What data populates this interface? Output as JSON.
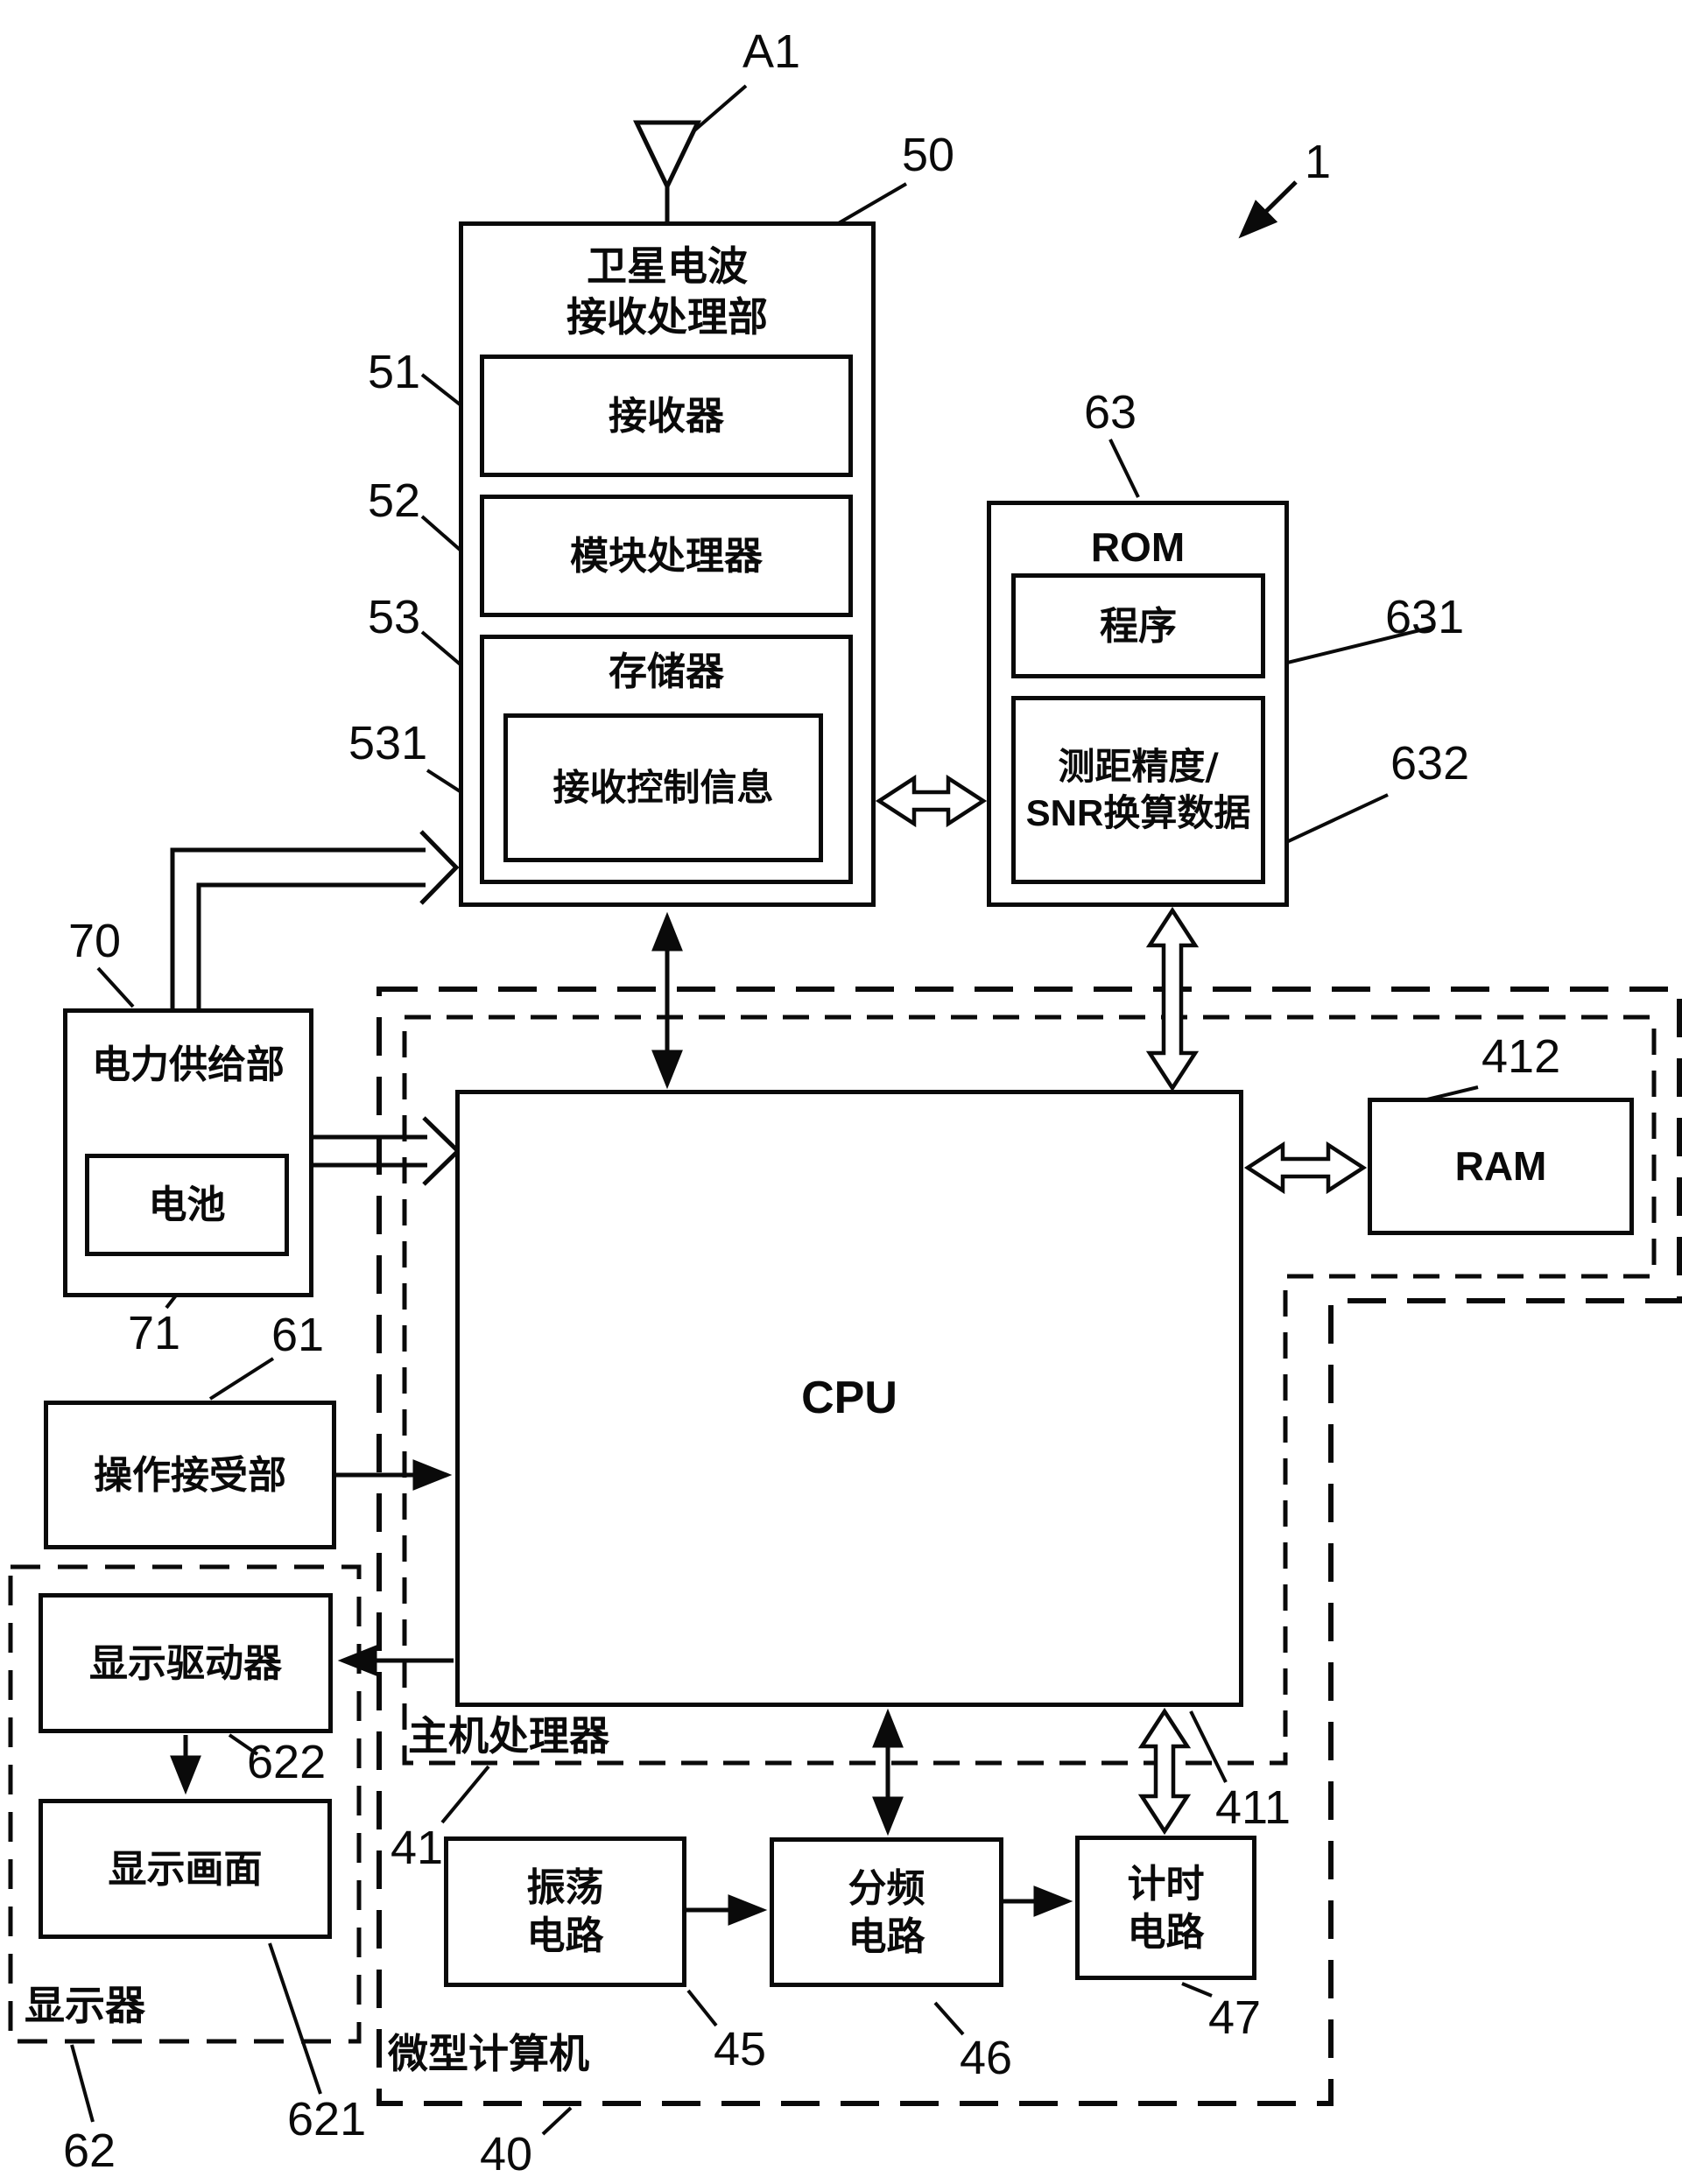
{
  "figure_ref": "1",
  "antenna_ref": "A1",
  "colors": {
    "line": "#0a0a0a",
    "background": "#ffffff"
  },
  "blocks": {
    "b50": {
      "ref": "50",
      "title1": "卫星电波",
      "title2": "接收处理部"
    },
    "b51": {
      "ref": "51",
      "label": "接收器"
    },
    "b52": {
      "ref": "52",
      "label": "模块处理器"
    },
    "b53": {
      "ref": "53",
      "label": "存储器"
    },
    "b531": {
      "ref": "531",
      "label": "接收控制信息"
    },
    "b63": {
      "ref": "63",
      "label": "ROM"
    },
    "b631": {
      "ref": "631",
      "label": "程序"
    },
    "b632": {
      "ref": "632",
      "label1": "测距精度/",
      "label2": "SNR换算数据"
    },
    "b70": {
      "ref": "70",
      "label": "电力供给部"
    },
    "b71": {
      "ref": "71",
      "label": "电池"
    },
    "b61": {
      "ref": "61",
      "label": "操作接受部"
    },
    "cpu": {
      "ref": "411",
      "label": "CPU"
    },
    "ram": {
      "ref": "412",
      "label": "RAM"
    },
    "b41": {
      "ref": "41",
      "label": "主机处理器"
    },
    "b40": {
      "ref": "40",
      "label": "微型计算机"
    },
    "b62": {
      "ref": "62",
      "label": "显示器"
    },
    "b622": {
      "ref": "622",
      "label": "显示驱动器"
    },
    "b621": {
      "ref": "621",
      "label": "显示画面"
    },
    "b45": {
      "ref": "45",
      "label1": "振荡",
      "label2": "电路"
    },
    "b46": {
      "ref": "46",
      "label1": "分频",
      "label2": "电路"
    },
    "b47": {
      "ref": "47",
      "label1": "计时",
      "label2": "电路"
    }
  }
}
